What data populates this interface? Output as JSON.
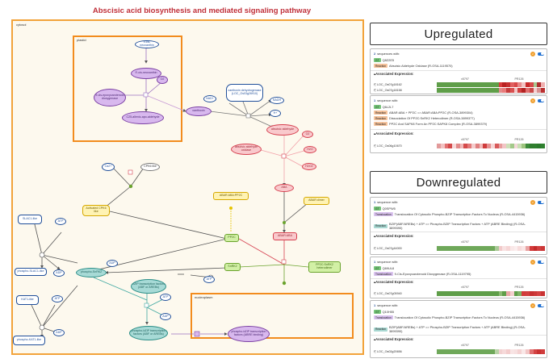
{
  "title": "Abscisic acid biosynthesis and mediated signaling pathway",
  "diagram": {
    "compartments": {
      "cytosol": "cytosol",
      "plastid": "plastid",
      "nucleoplasm": "nucleoplasm"
    },
    "nodes": {
      "violaxanthin": "9-cis-neoxanthin",
      "cis_neoxanthin": "9'-cis-neoxanthin",
      "nced": "9-cis-epoxycarotenoid dioxygenase",
      "o2_a": "O2",
      "c25": "C25-allenic-apo-aldehyde",
      "xanthoxin": "xanthoxin",
      "sdr": "xanthoxin dehydrogenase (LOC_Os03g26910)",
      "nad": "NAD+",
      "nadh": "NADH",
      "h": "H+",
      "abscisic_aldehyde": "abscisic aldehyde",
      "aao": "abscisic aldehyde oxidase",
      "o2_b": "O2",
      "h2o": "H2O",
      "h2o2": "H2O2",
      "aba": "ABA",
      "abar_aba_pp2c": "ABAR:ABA:PP2C",
      "abar_dimer": "ABAR:dimer",
      "abar_aba": "ABAR:ABA",
      "pp2c": "PP2C",
      "snrk2": "SnRK2",
      "pp2c_snrk2": "PP2C:SnRK2 heterodimer",
      "ca": "Ca2+",
      "cpk6": "CPK6 like",
      "cpk6_act": "Activated CPK6 like",
      "atp_a": "ATP",
      "atp_b": "ATP",
      "adp_a": "ADP",
      "adp_b": "ADP",
      "adp_c": "ADP",
      "adp_d": "ADP",
      "atp_c": "ATP",
      "atp_d": "ATP",
      "slac1": "SLAC1-like",
      "p_slac1": "phospho-SLAC1-like",
      "kat1": "KAT1-like",
      "p_kat1": "phospho-KAT1-like",
      "p_snrk2": "phospho-SnRK2",
      "bzip_tf": "bZIP transcription factors (ABF or AREBs)",
      "p_bzip": "phospho-bZIP transcription factors (ABF or AREBs)",
      "p_bzip_nuc": "phospho-bZIP transcription factors (ABRE binding)"
    }
  },
  "panel": {
    "upregulated": {
      "heading": "Upregulated",
      "card1": {
        "count": "2",
        "count_text": "sequences with:",
        "badge": "2",
        "gene_tag": "GT",
        "gene_id": "Q8Z2E5",
        "reaction_tag": "Reaction",
        "reaction_text": "Abscisic Aldehyde Oxidase  (R-OSA-1119570)",
        "assoc": "Associated Expression:",
        "col_a": "v5797",
        "col_b": "PR126",
        "rows": [
          {
            "label": "LOC_Os07g18162",
            "colors": [
              "#5f9e49",
              "#5f9e49",
              "#5f9e49",
              "#5f9e49",
              "#5f9e49",
              "#5f9e49",
              "#5f9e49",
              "#5f9e49",
              "#5f9e49",
              "#5f9e49",
              "#5f9e49",
              "#5f9e49",
              "#5f9e49",
              "#5f9e49",
              "#5f9e49",
              "#5f9e49",
              "#d83a3a",
              "#b92020",
              "#c52f2f",
              "#e06060",
              "#d84848",
              "#e88a8a",
              "#f2c2c2",
              "#c92929",
              "#d84a4a",
              "#a8c890",
              "#b03030",
              "#f0b0b0"
            ]
          },
          {
            "label": "LOC_Os07g18158",
            "colors": [
              "#5f9e49",
              "#5f9e49",
              "#5f9e49",
              "#5f9e49",
              "#5f9e49",
              "#5f9e49",
              "#5f9e49",
              "#5f9e49",
              "#5f9e49",
              "#5f9e49",
              "#5f9e49",
              "#5f9e49",
              "#5f9e49",
              "#5f9e49",
              "#5f9e49",
              "#5f9e49",
              "#e28a8a",
              "#e87a7a",
              "#c43c3c",
              "#d85050",
              "#f2c4c4",
              "#d04040",
              "#b32323",
              "#e07070",
              "#c84848",
              "#f3d0d0",
              "#d89090",
              "#ba3030"
            ]
          }
        ]
      },
      "card2": {
        "count": "1",
        "count_text": "sequence with:",
        "badge": "3",
        "gene_tag": "GT",
        "gene_id": "Q6L2L7",
        "reactions": [
          {
            "tag": "Reaction",
            "text": "ABAR:ABA + PP2C => ABAR:ABA:PP2C  (R-OSA-3899304)"
          },
          {
            "tag": "Reaction",
            "text": "Dissociation Of PP2C:SnRK2 Heterodimer  (R-OSA-3899377)"
          },
          {
            "tag": "Reaction",
            "text": "PP2C And SAPK8 Form An PP2C:SAPK8 Complex  (R-OSA-3899379)"
          }
        ],
        "assoc": "Associated Expression:",
        "col_a": "v5797",
        "col_b": "PR126",
        "rows": [
          {
            "label": "LOC_Os06g10670",
            "colors": [
              "#e29a9a",
              "#f2c2c2",
              "#e27070",
              "#d44a4a",
              "#f6d8d8",
              "#e28a8a",
              "#f0b8b8",
              "#d44a4a",
              "#e27878",
              "#f4cccc",
              "#e08080",
              "#f2baba",
              "#cf3c3c",
              "#e58e8e",
              "#f6d6d6",
              "#d85a5a",
              "#e89c9c",
              "#f2c6c6",
              "#cde0b8",
              "#a3c98a",
              "#f3d8d8",
              "#c9dfb3",
              "#9dc47e",
              "#3c8a3a",
              "#2f7d2d",
              "#2e7f2e",
              "#2b7a2b",
              "#2e802e"
            ]
          }
        ]
      }
    },
    "downregulated": {
      "heading": "Downregulated",
      "card1": {
        "count": "1",
        "count_text": "sequence with:",
        "badge": "2",
        "gene_tag": "GT",
        "gene_id": "Q0SPW5",
        "reactions": [
          {
            "tag": "Translocation",
            "text": "Translocation Of Cytosolic Phospho-BZIP Transcription Factors To Nucleus  (R-OSA-4415936)"
          },
          {
            "tag": "Reaction",
            "text": "BZIP(ABF/AREBs) + ATP => Phospho-BZIP Transcription Factors + ATP (ABRE Binding)  (R-OSA-3899390)"
          }
        ],
        "assoc": "Associated Expression:",
        "col_a": "v5797",
        "col_b": "PR126",
        "rows": [
          {
            "label": "LOC_Os07g44000",
            "colors": [
              "#6fa85a",
              "#6fa85a",
              "#6fa85a",
              "#6fa85a",
              "#6fa85a",
              "#6fa85a",
              "#6fa85a",
              "#6fa85a",
              "#6fa85a",
              "#6fa85a",
              "#6fa85a",
              "#6fa85a",
              "#6fa85a",
              "#6fa85a",
              "#6fa85a",
              "#a9c996",
              "#f2caca",
              "#f8e2e2",
              "#f6d6d6",
              "#f9e8e8",
              "#fbeeee",
              "#f7dcdc",
              "#fae6e6",
              "#e8a2a2",
              "#d33a3a",
              "#c42a2a",
              "#d04040",
              "#cc3636"
            ]
          }
        ]
      },
      "card2": {
        "count": "1",
        "count_text": "sequence with:",
        "badge": "1",
        "gene_tag": "GT",
        "gene_id": "Q69UL8",
        "reactions": [
          {
            "tag": "Translocation",
            "text": "9-Cis-Epoxycarotenoid Dioxygenase  (R-OSA-1119795)"
          }
        ],
        "assoc": "Associated Expression:",
        "col_a": "v5797",
        "col_b": "PR126",
        "rows": [
          {
            "label": "LOC_Os07g05940",
            "colors": [
              "#5f9e49",
              "#5f9e49",
              "#5f9e49",
              "#5f9e49",
              "#5f9e49",
              "#5f9e49",
              "#5f9e49",
              "#5f9e49",
              "#5f9e49",
              "#5f9e49",
              "#5f9e49",
              "#5f9e49",
              "#5f9e49",
              "#5f9e49",
              "#5f9e49",
              "#5f9e49",
              "#8cba73",
              "#5f9e49",
              "#e9a8a8",
              "#f4cfcf",
              "#5f9e49",
              "#7fb266",
              "#d33a3a",
              "#d04040",
              "#c73030",
              "#cd3838",
              "#d44242",
              "#c93232"
            ]
          }
        ]
      },
      "card3": {
        "count": "1",
        "count_text": "sequence with:",
        "badge": "2",
        "gene_tag": "GT",
        "gene_id": "Q10H55",
        "reactions": [
          {
            "tag": "Translocation",
            "text": "Translocation Of Cytosolic Phospho-BZIP Transcription Factors To Nucleus  (R-OSA-4415936)"
          },
          {
            "tag": "Reaction",
            "text": "BZIP(ABF/AREBs) + ATP => Phospho-BZIP Transcription Factors + ATP (ABRE Binding)  (R-OSA-3899390)"
          }
        ],
        "assoc": "Associated Expression:",
        "col_a": "v5797",
        "col_b": "PR126",
        "rows": [
          {
            "label": "LOC_Os02g20656",
            "colors": [
              "#6fa85a",
              "#6fa85a",
              "#6fa85a",
              "#6fa85a",
              "#6fa85a",
              "#6fa85a",
              "#6fa85a",
              "#6fa85a",
              "#6fa85a",
              "#6fa85a",
              "#6fa85a",
              "#6fa85a",
              "#6fa85a",
              "#6fa85a",
              "#6fa85a",
              "#b9d2a6",
              "#f2d0d0",
              "#f6dada",
              "#f3cccc",
              "#f8e4e4",
              "#f7e0e0",
              "#f4d2d2",
              "#f9e8e8",
              "#f2c6c6",
              "#e07070",
              "#d44444",
              "#c93232",
              "#d03c3c"
            ]
          }
        ]
      }
    }
  }
}
